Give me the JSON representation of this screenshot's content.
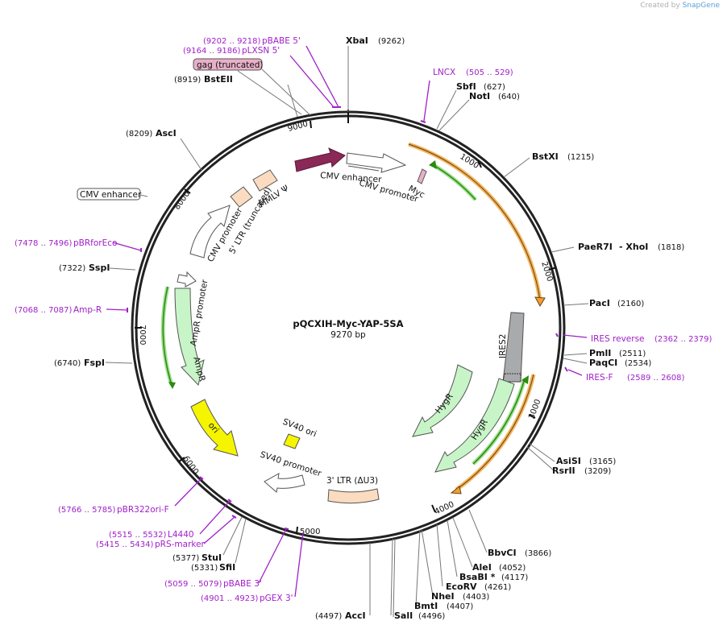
{
  "credit": {
    "prefix": "Created by",
    "brand": "SnapGene"
  },
  "plasmid": {
    "name": "pQCXIH-Myc-YAP-5SA",
    "length": "9270 bp"
  },
  "ticks": [
    "1000",
    "2000",
    "3000",
    "4000",
    "5000",
    "6000",
    "7000",
    "8000",
    "9000"
  ],
  "restriction_sites": [
    {
      "name": "XbaI",
      "pos": "(9262)"
    },
    {
      "name": "SbfI",
      "pos": "(627)"
    },
    {
      "name": "NotI",
      "pos": "(640)"
    },
    {
      "name": "BstXI",
      "pos": "(1215)"
    },
    {
      "name": "PaeR7I",
      "pos": "(1818)"
    },
    {
      "name": "- XhoI",
      "pos": ""
    },
    {
      "name": "PacI",
      "pos": "(2160)"
    },
    {
      "name": "PmlI",
      "pos": "(2511)"
    },
    {
      "name": "PaqCI",
      "pos": "(2534)"
    },
    {
      "name": "AsiSI",
      "pos": "(3165)"
    },
    {
      "name": "RsrII",
      "pos": "(3209)"
    },
    {
      "name": "BbvCI",
      "pos": "(3866)"
    },
    {
      "name": "AleI",
      "pos": "(4052)"
    },
    {
      "name": "BsaBI *",
      "pos": "(4117)"
    },
    {
      "name": "EcoRV",
      "pos": "(4261)"
    },
    {
      "name": "NheI",
      "pos": "(4403)"
    },
    {
      "name": "BmtI",
      "pos": "(4407)"
    },
    {
      "name": "SalI",
      "pos": "(4496)"
    },
    {
      "name": "AccI",
      "pos": "(4497)"
    },
    {
      "name": "SfiI",
      "pos": "(5331)"
    },
    {
      "name": "StuI",
      "pos": "(5377)"
    },
    {
      "name": "FspI",
      "pos": "(6740)"
    },
    {
      "name": "SspI",
      "pos": "(7322)"
    },
    {
      "name": "AscI",
      "pos": "(8209)"
    },
    {
      "name": "BstEII",
      "pos": "(8919)"
    }
  ],
  "primers": [
    {
      "name": "pBABE 5'",
      "pos": "(9202 .. 9218)"
    },
    {
      "name": "pLXSN 5'",
      "pos": "(9164 .. 9186)"
    },
    {
      "name": "LNCX",
      "pos": "(505 .. 529)"
    },
    {
      "name": "IRES reverse",
      "pos": "(2362 .. 2379)"
    },
    {
      "name": "IRES-F",
      "pos": "(2589 .. 2608)"
    },
    {
      "name": "pBR322ori-F",
      "pos": "(5766 .. 5785)"
    },
    {
      "name": "L4440",
      "pos": "(5515 .. 5532)"
    },
    {
      "name": "pRS-marker",
      "pos": "(5415 .. 5434)"
    },
    {
      "name": "pBABE 3'",
      "pos": "(5059 .. 5079)"
    },
    {
      "name": "pGEX 3'",
      "pos": "(4901 .. 4923)"
    },
    {
      "name": "pBRforEco",
      "pos": "(7478 .. 7496)"
    },
    {
      "name": "Amp-R",
      "pos": "(7068 .. 7087)"
    }
  ],
  "boxed_labels": [
    "gag (truncated)",
    "CMV enhancer"
  ],
  "features": {
    "cmv_enhancer": "CMV enhancer",
    "cmv_promoter": "CMV promoter",
    "myc": "Myc",
    "ires2": "IRES2",
    "hygr_outer": "HygR",
    "hygr_inner": "HygR",
    "ltr3": "3' LTR (ΔU3)",
    "sv40_promoter": "SV40 promoter",
    "sv40_ori": "SV40 ori",
    "ori": "ori",
    "ampr": "AmpR",
    "ampr_promoter": "AmpR promoter",
    "cmv_promoter_left": "CMV promoter",
    "ltr5": "5' LTR (truncated)",
    "mmlv": "MMLV Ψ"
  },
  "colors": {
    "backbone": "#222222",
    "primer": "#a020c8",
    "orange_feature": "#f0a030",
    "green_feature": "#2a8a10",
    "hygr_fill": "#c8f5c8",
    "ampr_fill": "#c8f5c8",
    "ltr_fill": "#fbdcc0",
    "cmv_enhancer_fill": "#8a2858",
    "myc_fill": "#e8b0c8",
    "ires_fill": "#a8aaac",
    "ori_fill": "#f5f500",
    "gag_fill": "#e8b0c8"
  }
}
